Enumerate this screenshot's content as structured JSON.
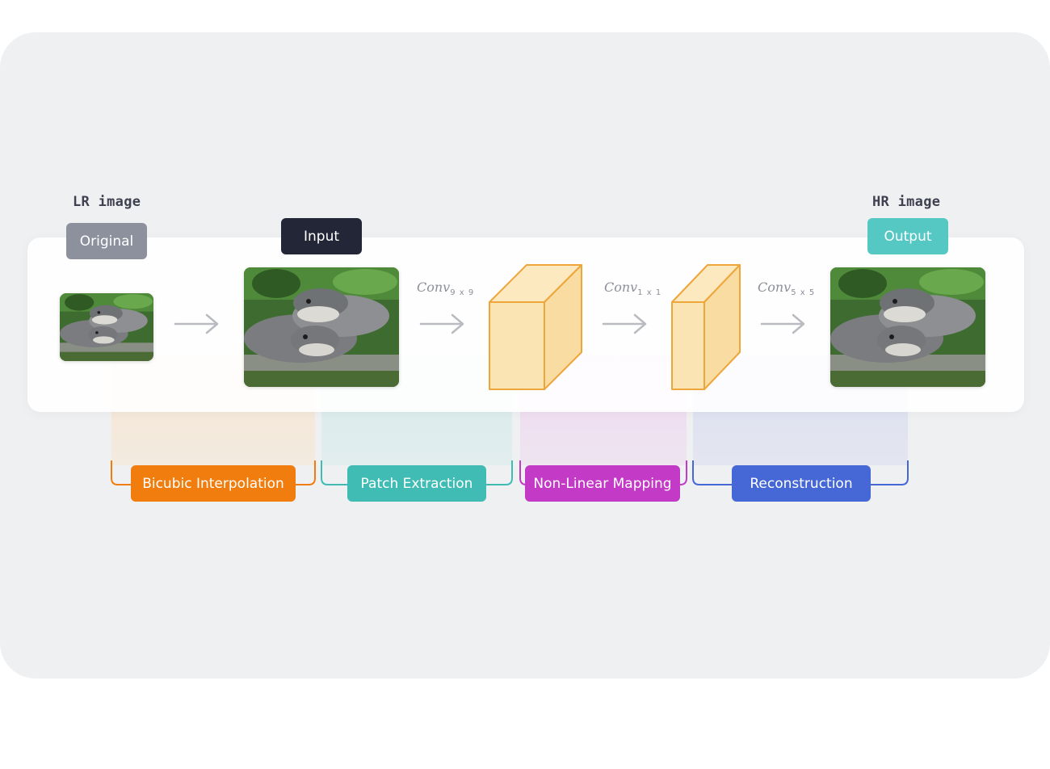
{
  "labels": {
    "lr_image": "LR image",
    "hr_image": "HR image",
    "original": "Original",
    "input": "Input",
    "output": "Output"
  },
  "convs": [
    {
      "base": "Conv",
      "sub": "9 x 9"
    },
    {
      "base": "Conv",
      "sub": "1 x 1"
    },
    {
      "base": "Conv",
      "sub": "5 x 5"
    }
  ],
  "stages": [
    {
      "label": "Bicubic Interpolation",
      "color": "#f07d0e"
    },
    {
      "label": "Patch Extraction",
      "color": "#40bcb4"
    },
    {
      "label": "Non-Linear Mapping",
      "color": "#c33ac6"
    },
    {
      "label": "Reconstruction",
      "color": "#4667d6"
    }
  ],
  "colors": {
    "card_bg": "#eff0f2",
    "original_tag": "#8d919e",
    "input_tag": "#232636",
    "output_tag": "#55c8c4",
    "cube_fill": "#fbe4b4",
    "cube_stroke": "#eea53a"
  },
  "icons": [
    "arrow-right-icon",
    "conv-layer-cube-icon",
    "otter-photo"
  ]
}
